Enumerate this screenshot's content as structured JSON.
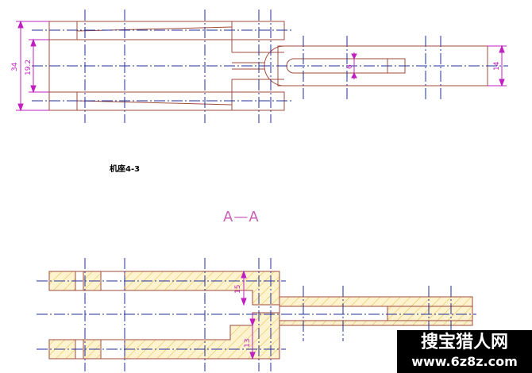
{
  "drawing": {
    "caption": "机座4-3",
    "section_label": "A—A",
    "colors": {
      "outline": "#a04b3c",
      "center": "#1f2f9a",
      "dim": "#c020c0",
      "hatch": "#e6b940",
      "hatch_fill": "#fdf3cf"
    }
  },
  "top_view": {
    "dimensions": [
      "34",
      "19.2",
      "6",
      "14"
    ]
  },
  "section_view": {
    "dimensions": [
      "15",
      "13"
    ]
  },
  "watermark": {
    "line1": "搜宝猎人网",
    "line2": "www.6z8z.com"
  }
}
